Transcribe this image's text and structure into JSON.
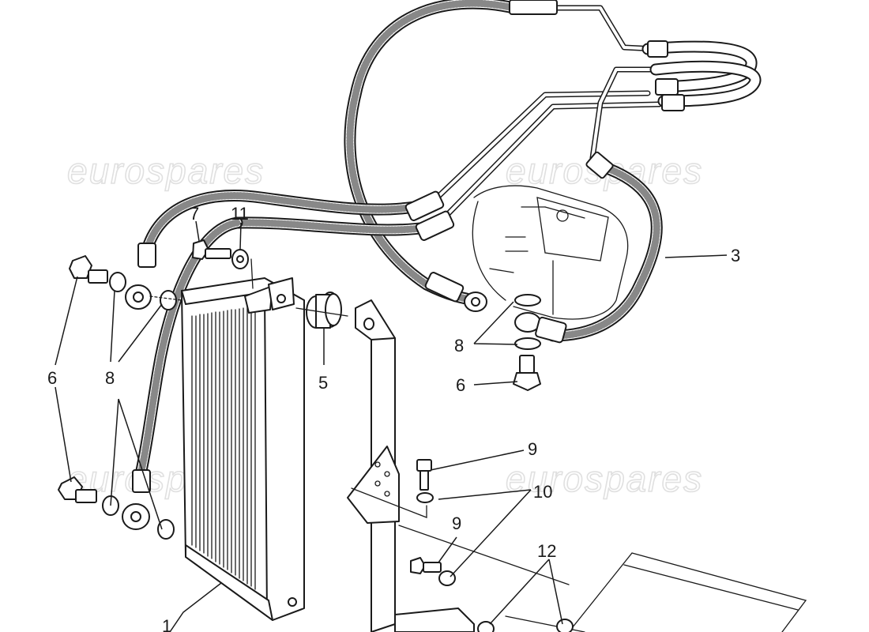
{
  "watermark": {
    "text": "eurospares"
  },
  "callouts": [
    {
      "id": "c1",
      "label": "1"
    },
    {
      "id": "c3",
      "label": "3"
    },
    {
      "id": "c5",
      "label": "5"
    },
    {
      "id": "c6a",
      "label": "6"
    },
    {
      "id": "c6b",
      "label": "6"
    },
    {
      "id": "c7",
      "label": "7"
    },
    {
      "id": "c8a",
      "label": "8"
    },
    {
      "id": "c8b",
      "label": "8"
    },
    {
      "id": "c9a",
      "label": "9"
    },
    {
      "id": "c9b",
      "label": "9"
    },
    {
      "id": "c10",
      "label": "10"
    },
    {
      "id": "c11",
      "label": "11"
    },
    {
      "id": "c12",
      "label": "12"
    }
  ]
}
